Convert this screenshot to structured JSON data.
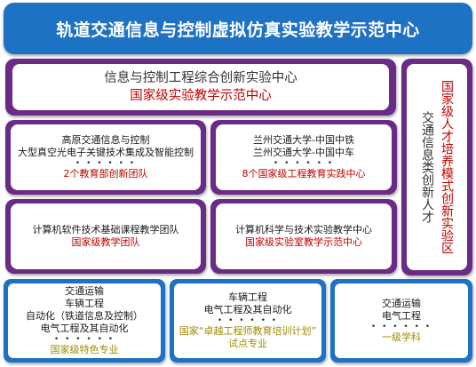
{
  "title": "轨道交通信息与控制虚拟仿真实验教学示范中心",
  "top_center": {
    "line1": "信息与控制工程综合创新实验中心",
    "line2": "国家级实验教学示范中心"
  },
  "box_left_1": {
    "line1": "高原交通信息与控制",
    "line2": "大型真空光电子关键技术集成及智能控制",
    "dots": "• • • • • •",
    "highlight": "2个教育部创新团队"
  },
  "box_right_1": {
    "line1": "兰州交通大学-中国中铁",
    "line2": "兰州交通大学-中国中车",
    "dots": "• • • • • •",
    "highlight": "8个国家级工程教育实践中心"
  },
  "box_left_2": {
    "line1": "计算机软件技术基础课程教学团队",
    "highlight": "国家级教学团队"
  },
  "box_right_2": {
    "line1": "计算机科学与技术实验教学中心",
    "highlight": "国家级实验室教学示范中心"
  },
  "vertical_box": {
    "col_red": "国家级人才培养模式创新实验区",
    "col_dark": "交通信息类创新人才"
  },
  "bottom_1": {
    "lines": [
      "交通运输",
      "车辆工程",
      "自动化（铁道信息及控制）",
      "电气工程及其自动化"
    ],
    "dots": "• • • • • •",
    "highlight": "国家级特色专业"
  },
  "bottom_2": {
    "lines": [
      "车辆工程",
      "电气工程及其自动化"
    ],
    "dots": "• • • • • •",
    "highlight_1": "国家“卓越工程师教育培训计划”",
    "highlight_2": "试点专业"
  },
  "bottom_3": {
    "lines": [
      "交通运输",
      "电气工程"
    ],
    "dots": "• • • • • •",
    "highlight": "一级学科"
  }
}
